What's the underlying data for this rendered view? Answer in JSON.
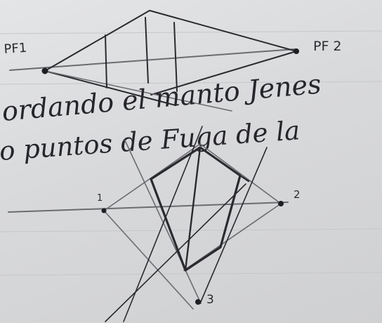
{
  "labels": {
    "pf1": "PF1",
    "pf2": "PF 2",
    "point_1": "1",
    "point_2": "2",
    "point_3": "3"
  },
  "handwriting": {
    "line1": "ordando el manto Jenes",
    "line2": "o puntos de Fuga de la"
  },
  "colors": {
    "paper": "#d9dadc",
    "pen_ink": "#2a2a2e",
    "pencil": "#6b6c70"
  }
}
